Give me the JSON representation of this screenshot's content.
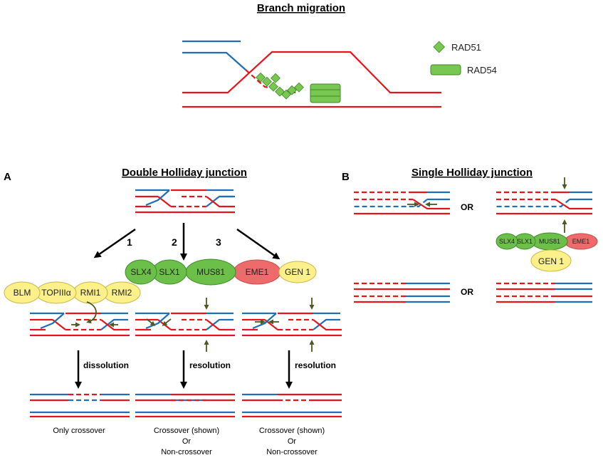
{
  "titles": {
    "branch_migration": "Branch migration",
    "double_hj": "Double Holliday junction",
    "single_hj": "Single Holliday junction"
  },
  "panels": {
    "a": "A",
    "b": "B"
  },
  "legend": {
    "rad51": "RAD51",
    "rad54": "RAD54"
  },
  "proteins": {
    "blm": "BLM",
    "topiii": "TOPIIIα",
    "rmi1": "RMI1",
    "rmi2": "RMI2",
    "slx4": "SLX4",
    "slx1": "SLX1",
    "mus81": "MUS81",
    "eme1": "EME1",
    "gen1": "GEN 1"
  },
  "pathways": {
    "p1": "1",
    "p2": "2",
    "p3": "3"
  },
  "steps": {
    "dissolution": "dissolution",
    "resolution": "resolution"
  },
  "captions": {
    "only_crossover": "Only crossover",
    "crossover_shown": "Crossover (shown)",
    "or": "Or",
    "non_crossover": "Non-crossover"
  },
  "single": {
    "or": "OR"
  },
  "colors": {
    "red_strand": "#e8141b",
    "blue_strand": "#1f6fb5",
    "green_protein": "#6cc04a",
    "red_protein": "#ee6b6b",
    "yellow_protein": "#fbf08a"
  }
}
